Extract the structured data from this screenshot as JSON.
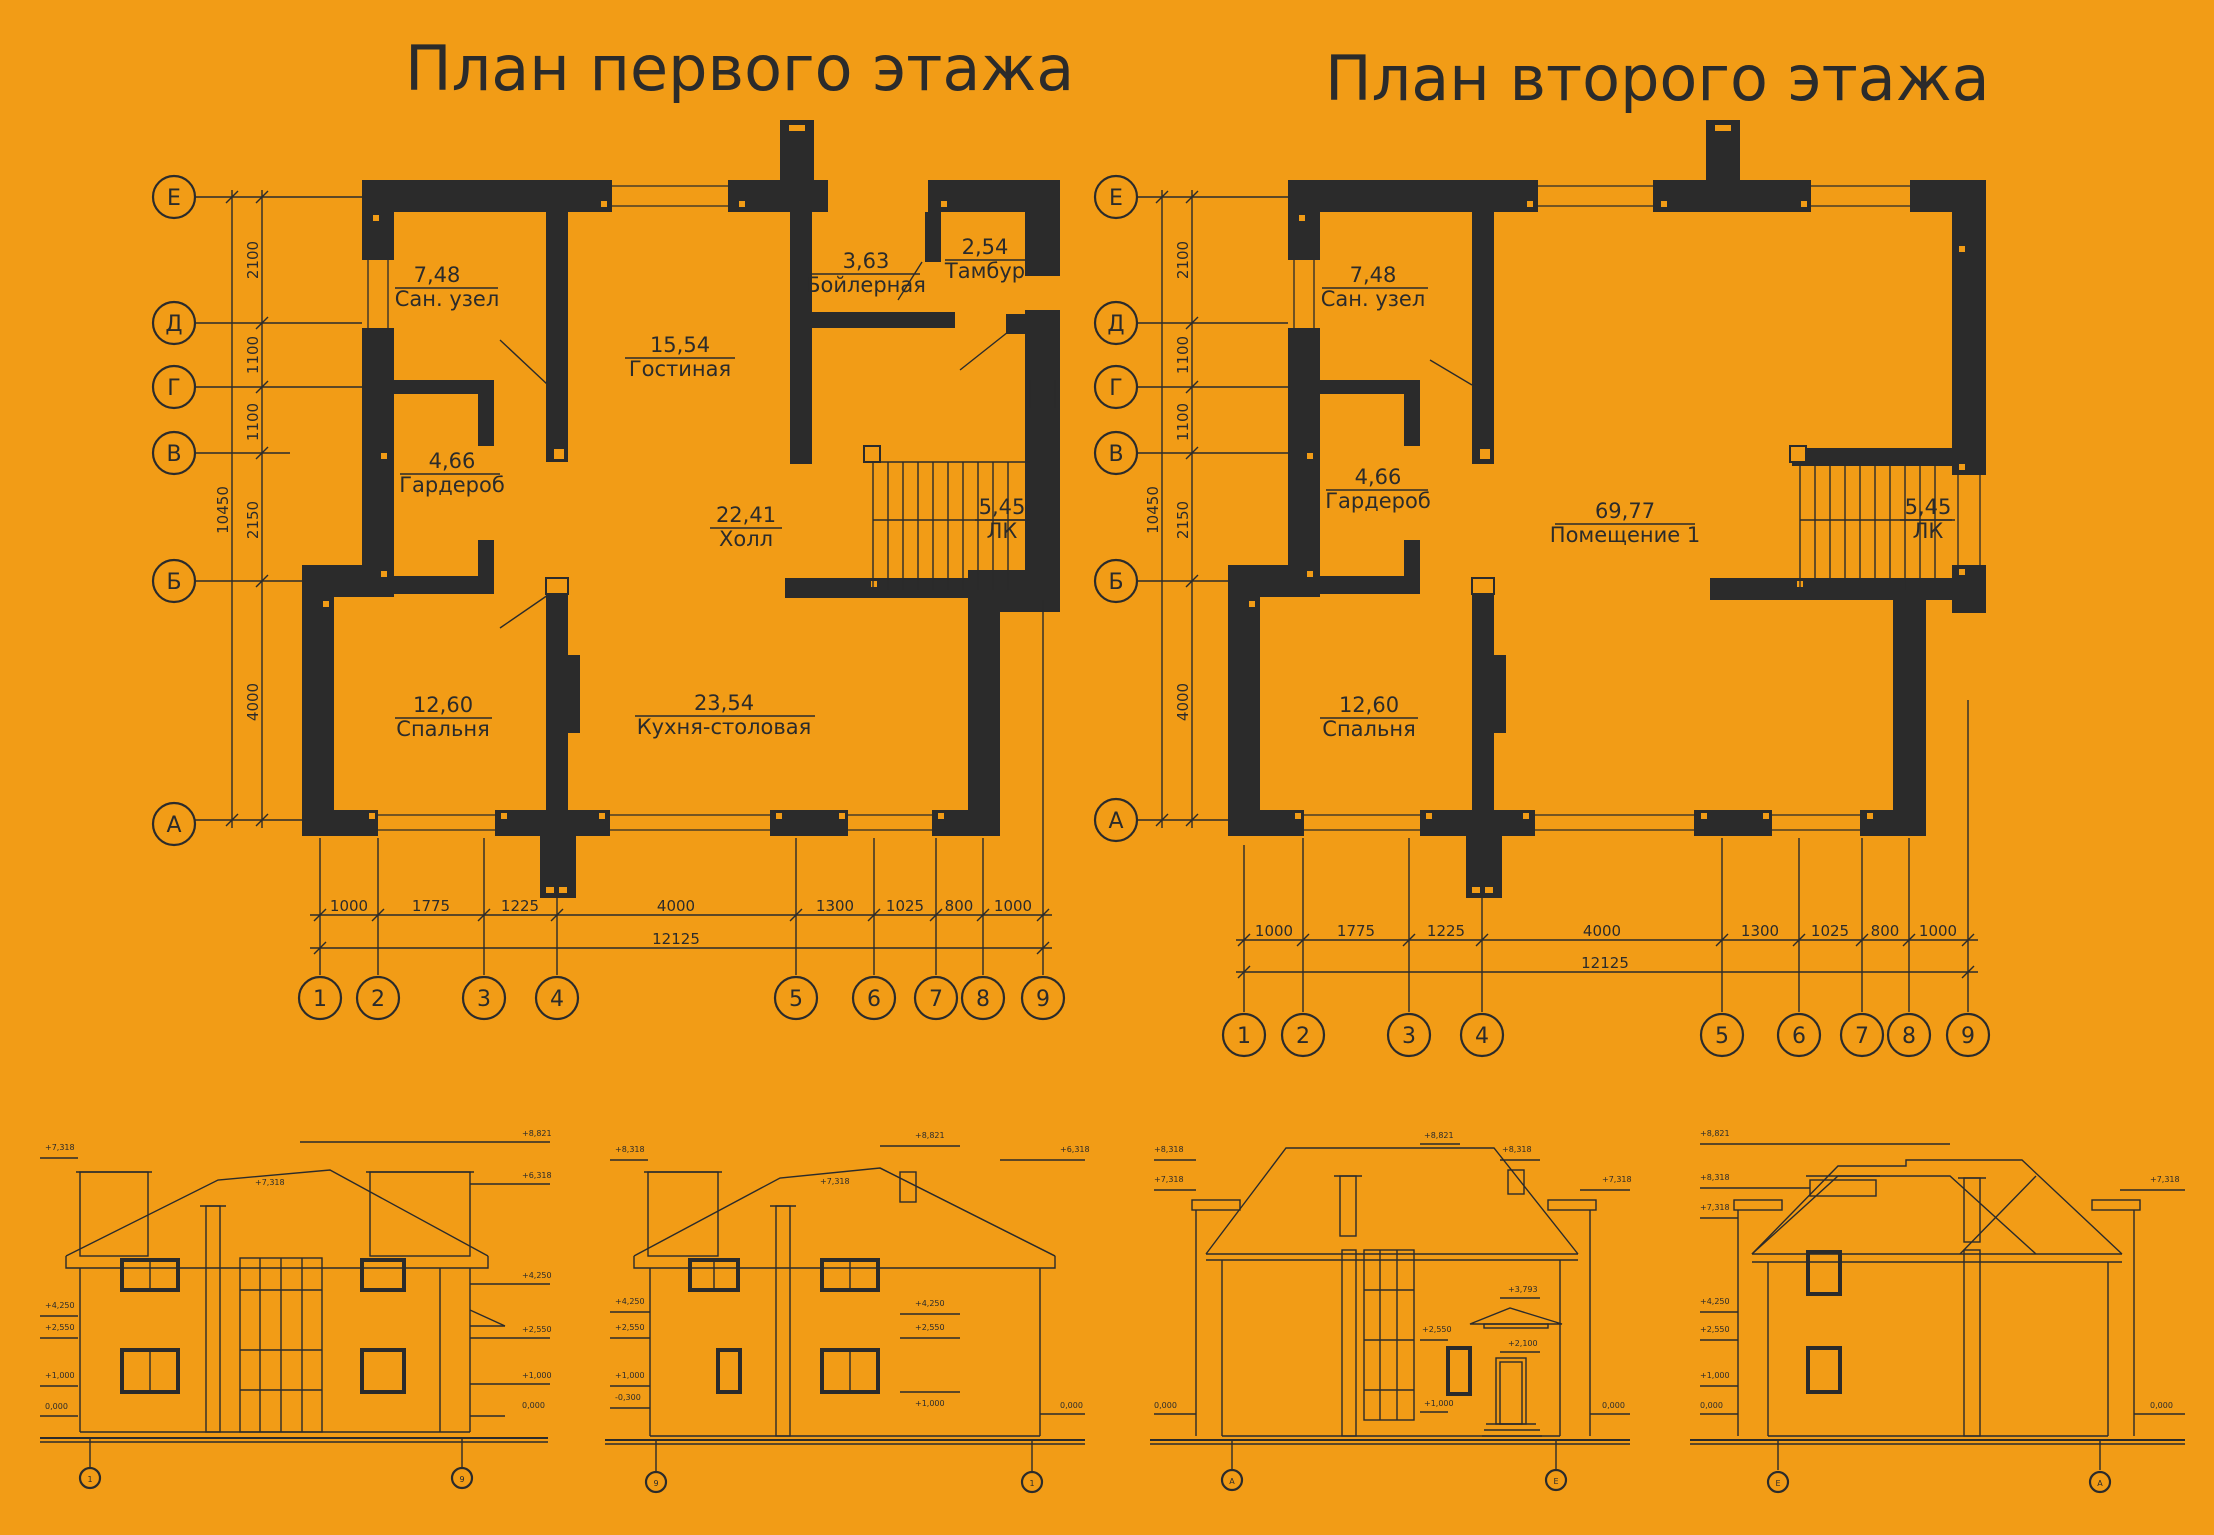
{
  "titles": {
    "first_floor": "План первого этажа",
    "second_floor": "План второго этажа"
  },
  "axes": {
    "letters": [
      "А",
      "Б",
      "В",
      "Г",
      "Д",
      "Е"
    ],
    "numbers": [
      "1",
      "2",
      "3",
      "4",
      "5",
      "6",
      "7",
      "8",
      "9"
    ]
  },
  "dimensions": {
    "horizontal": [
      "1000",
      "1775",
      "1225",
      "4000",
      "1300",
      "1025",
      "800",
      "1000"
    ],
    "horizontal_total": "12125",
    "vertical": [
      "4000",
      "2150",
      "1100",
      "1100",
      "2100"
    ],
    "vertical_total": "10450"
  },
  "first_floor_rooms": [
    {
      "area": "7,48",
      "name": "Сан. узел"
    },
    {
      "area": "15,54",
      "name": "Гостиная"
    },
    {
      "area": "3,63",
      "name": "Бойлерная"
    },
    {
      "area": "2,54",
      "name": "Тамбур"
    },
    {
      "area": "4,66",
      "name": "Гардероб"
    },
    {
      "area": "22,41",
      "name": "Холл"
    },
    {
      "area": "5,45",
      "name": "ЛК"
    },
    {
      "area": "12,60",
      "name": "Спальня"
    },
    {
      "area": "23,54",
      "name": "Кухня-столовая"
    }
  ],
  "second_floor_rooms": [
    {
      "area": "7,48",
      "name": "Сан. узел"
    },
    {
      "area": "4,66",
      "name": "Гардероб"
    },
    {
      "area": "69,77",
      "name": "Помещение 1"
    },
    {
      "area": "5,45",
      "name": "ЛК"
    },
    {
      "area": "12,60",
      "name": "Спальня"
    }
  ],
  "elevation_marks": [
    "+8,821",
    "+8,318",
    "+7,318",
    "+6,318",
    "+4,250",
    "+3,793",
    "+2,550",
    "+2,100",
    "+1,000",
    "0,000",
    "-0,300"
  ],
  "elevation_axes": {
    "e1": [
      "1",
      "9"
    ],
    "e2": [
      "9",
      "1"
    ],
    "e3": [
      "А",
      "Е"
    ],
    "e4": [
      "Е",
      "А"
    ]
  },
  "colors": {
    "background": "#F29C16",
    "ink": "#2b2b2b"
  }
}
